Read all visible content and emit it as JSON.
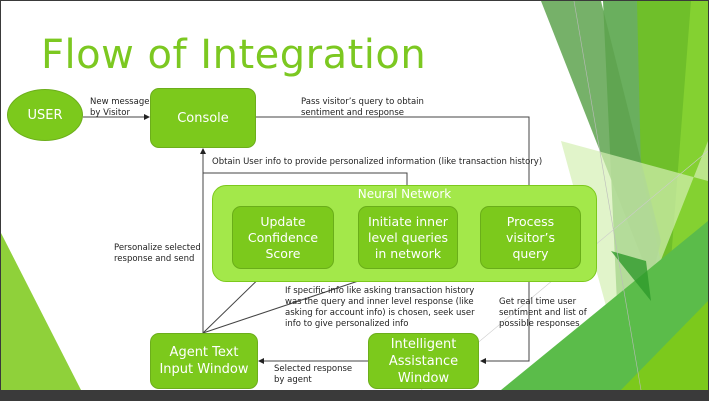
{
  "slide": {
    "title": "Flow of Integration"
  },
  "colors": {
    "accent": "#7cc91c",
    "title": "#7cc821",
    "container": "#a3e84a",
    "text_on_green": "#ffffff"
  },
  "nodes": {
    "user": "USER",
    "console": "Console",
    "agent_text_input": "Agent Text\nInput Window",
    "intelligent_assistance": "Intelligent\nAssistance\nWindow"
  },
  "neural_network": {
    "label": "Neural Network",
    "modules": [
      {
        "label": "Update\nConfidence\nScore"
      },
      {
        "label": "Initiate inner\nlevel queries\nin network"
      },
      {
        "label": "Process\nvisitor’s\nquery"
      }
    ]
  },
  "edge_labels": {
    "new_message": "New message\nby Visitor",
    "pass_query": "Pass visitor’s query to obtain\nsentiment and response",
    "obtain_user_info": "Obtain User info to provide personalized information (like transaction history)",
    "personalize": "Personalize selected\nresponse and send",
    "specific_info": "If specific info like asking transaction history\nwas the query and inner level response (like\nasking for account info) is chosen, seek user\ninfo to give personalized info",
    "real_time": "Get real time user\nsentiment and list of\npossible responses",
    "selected_response": "Selected response\nby agent"
  }
}
